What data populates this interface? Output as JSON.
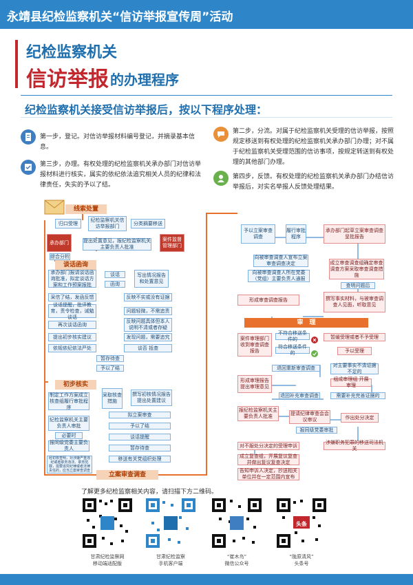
{
  "banner": {
    "title": "永靖县纪检监察机关“信访举报宣传周”活动"
  },
  "heading": {
    "line1": "纪检监察机关",
    "big": "信访举报",
    "small": "的办理程序",
    "subtitle": "纪检监察机关接受信访举报后，按以下程序处理："
  },
  "steps": [
    {
      "icon": "document-icon",
      "color": "#3f7fc1",
      "text": "第一步，登记。对信访举报材料编号登记，并摘录基本信息。"
    },
    {
      "icon": "chat-icon",
      "color": "#e8903a",
      "text": "第二步，分流。对属于纪检监察机关受理的信访举报，按照规定移送到有权处理的纪检监察机关承办部门办理；对不属于纪检监察机关受理范围的信访事项，按规定转送到有权处理的其他部门办理。"
    },
    {
      "icon": "checkbox-icon",
      "color": "#3f7fc1",
      "text": "第三步，办理。有权处理的纪检监察机关承办部门对信访举报材料进行核实，属实的依纪依法追究相关人员的纪律和法律责任，失实的予以了结。"
    },
    {
      "icon": "person-icon",
      "color": "#6ab04c",
      "text": "第四步，反馈。有权处理的纪检监察机关承办部门办结信访举报后，对实名举报人反馈处理结果。"
    }
  ],
  "flow": {
    "left": {
      "label_clue": "线索处置",
      "b1": "归口受理",
      "b2": "纪检监察机关信访举报部门",
      "b3": "分类摘要移送",
      "dept": "承办部门",
      "case": "案件监督管理部门",
      "b4": "提出处置意见，报纪检监察机关主要负责人批准",
      "b5": "综合分析",
      "label_talk": "谈话函询",
      "b6": "承办部门报请谈话函询批准，拟定谈话方案和工作预案报批",
      "b7": "谈话",
      "b8": "函询",
      "b9": "写出情况报告和处置意见",
      "b10": "采信了结，发函反馈",
      "b11": "反映不实或没有证据",
      "b12": "谈话提醒，批评教育，责令检查，诫勉谈话",
      "b13": "问题轻微，不需追责",
      "b14": "再次谈话函询",
      "b15": "反映问题具体但本人说明不清或者存疑",
      "b16": "提出初步核实建议",
      "b17": "发现问题，需要追究",
      "b18": "依规依纪依法严处",
      "b19": "谈否 抵查",
      "b20": "暂存待查",
      "b21": "予以了结",
      "label_init": "初步核实",
      "b22": "制定工作方案成立核查组履行审批程序",
      "b23": "采取核查措施",
      "b24": "撰写初核情况报告提出处置建议",
      "b25": "纪检监察机关主要负责人审批",
      "b26": "必要时",
      "b27": "报同级党委主要负责人",
      "b28": "拟立案审查",
      "b29": "予以了结",
      "b30": "谈话提醒",
      "b31": "暂存待查",
      "b32": "移送有关党组织处理",
      "b33": "经初核查明，对涉嫌严重违纪或者职务违法、职务犯罪，需要追究纪律或者法律责任的，应当立案审查调查",
      "label_case": "立案审查调查"
    },
    "right": {
      "r1": "予以立案审查调查",
      "r2": "履行审批程序",
      "r3": "承办部门起草立案审查调查呈批报告",
      "r4": "向被审查调查人宣布立案审查调查决定",
      "r5": "向被审查调查人所在党委（党组）主要负责人通报",
      "r6": "成立审查调查组确定审查调查方案采取审查调查措施",
      "r7": "查明问题后",
      "r8": "形成审查调查报告",
      "r9": "撰写事实材料，与被审查调查人见面，听取意见",
      "label_trial": "审　理",
      "r10": "案件审理部门收到审查调查报告",
      "r11": "不符合移送条件的",
      "r12": "暂缓受理或者不予受理",
      "r13": "符合移送条件的",
      "r14": "予以受理",
      "r15": "退回重新审查调查",
      "r16": "对主要事实不清证据不足的",
      "r17": "组成审理组 开展审理",
      "r18": "形成审理报告提出审理意见",
      "r19": "退回补充审查调查",
      "r20": "需要补充完善证据的",
      "r21": "报纪检监察机关主要负责人批准",
      "r22": "提请纪律审查会会议审议",
      "r23": "作出处分决定",
      "r24": "报同级党委审批",
      "r25": "对不服处分决定的受理申诉",
      "r26": "涉嫌职务犯罪的移送司法机关",
      "r27": "成立复查组，开展复议复查并做出复议复查决定",
      "r28": "告知申诉人决定，抄送相关单位并在一定范围内宣布"
    }
  },
  "qr": {
    "caption": "了解更多纪检监察相关内容，请扫描下方二维码。",
    "items": [
      {
        "label1": "甘肃纪检监察网",
        "label2": "移动端适配版",
        "icon": "qr-code-icon"
      },
      {
        "label1": "甘肃纪检监察",
        "label2": "手机客户端",
        "icon": "qr-code-icon"
      },
      {
        "label1": "“崔木鸟”",
        "label2": "微信公众号",
        "icon": "qr-code-icon"
      },
      {
        "label1": "“陇原清风”",
        "label2": "头条号",
        "icon": "qr-code-icon"
      }
    ],
    "toutiao_badge": "头条"
  }
}
